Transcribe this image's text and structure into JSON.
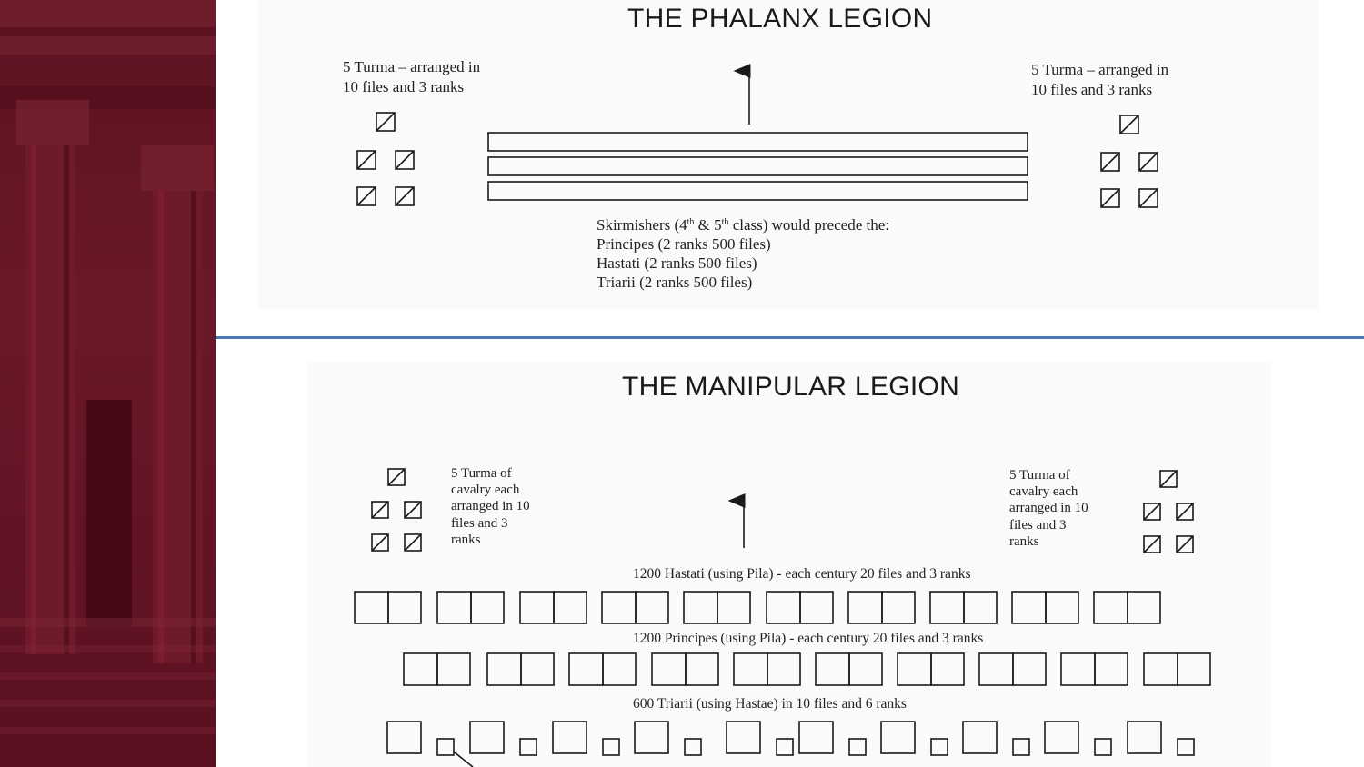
{
  "phalanx": {
    "title": "THE PHALANX LEGION",
    "left_caption_line1": "5 Turma – arranged in",
    "left_caption_line2": "10 files and 3 ranks",
    "right_caption_line1": "5 Turma – arranged in",
    "right_caption_line2": "10 files and 3 ranks",
    "skirmishers_prefix": "Skirmishers (4",
    "skirmishers_sup1": "th",
    "skirmishers_mid": " & 5",
    "skirmishers_sup2": "th",
    "skirmishers_suffix": " class) would precede the:",
    "principes": "Principes (2 ranks 500 files)",
    "hastati": "Hastati (2 ranks 500 files)",
    "triarii": "Triarii (2 ranks 500 files)"
  },
  "manipular": {
    "title": "THE MANIPULAR LEGION",
    "left_cavalry": [
      "5 Turma of",
      "cavalry each",
      "arranged in 10",
      "files and 3",
      "ranks"
    ],
    "right_cavalry": [
      "5 Turma of",
      "cavalry each",
      "arranged in 10",
      "files and 3",
      "ranks"
    ],
    "hastati_label": "1200 Hastati (using Pila) - each century 20 files and 3 ranks",
    "principes_label": "1200 Principes (using Pila) - each century 20 files and 3 ranks",
    "triarii_label": "600 Triarii (using Hastae) in 10 files and 6 ranks"
  },
  "colors": {
    "sidebar": "#5d1220",
    "divider": "#4e79b4",
    "ink": "#1a1a1a"
  }
}
